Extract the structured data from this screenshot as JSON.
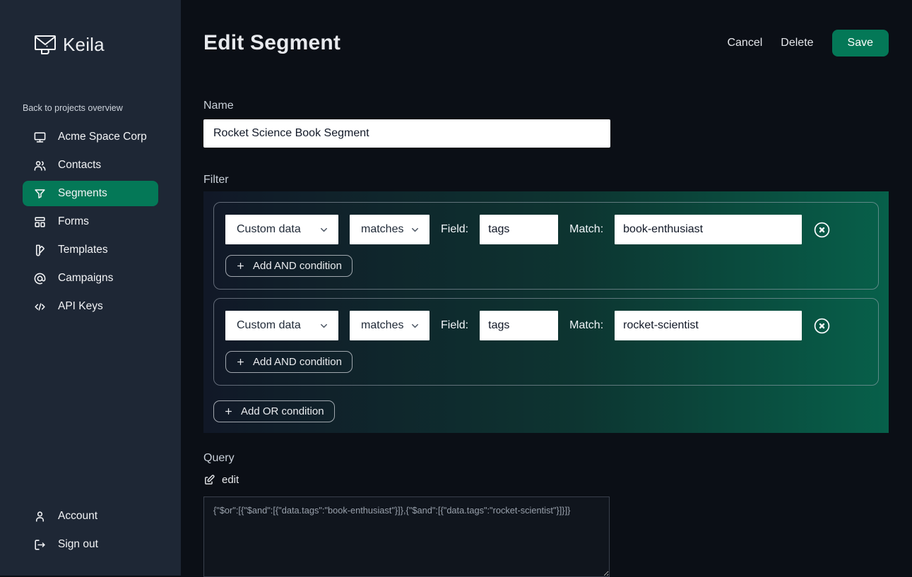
{
  "app": {
    "name": "Keila"
  },
  "sidebar": {
    "back_link": "Back to projects overview",
    "items": [
      {
        "label": "Acme Space Corp",
        "icon": "monitor-icon",
        "active": false
      },
      {
        "label": "Contacts",
        "icon": "users-icon",
        "active": false
      },
      {
        "label": "Segments",
        "icon": "filter-icon",
        "active": true
      },
      {
        "label": "Forms",
        "icon": "forms-layout-icon",
        "active": false
      },
      {
        "label": "Templates",
        "icon": "template-swatch-icon",
        "active": false
      },
      {
        "label": "Campaigns",
        "icon": "at-sign-icon",
        "active": false
      },
      {
        "label": "API Keys",
        "icon": "code-icon",
        "active": false
      }
    ],
    "bottom_items": [
      {
        "label": "Account",
        "icon": "user-icon"
      },
      {
        "label": "Sign out",
        "icon": "sign-out-icon"
      }
    ]
  },
  "header": {
    "title": "Edit Segment",
    "cancel_label": "Cancel",
    "delete_label": "Delete",
    "save_label": "Save"
  },
  "form": {
    "name_label": "Name",
    "name_value": "Rocket Science Book Segment",
    "filter_label": "Filter",
    "query_label": "Query",
    "edit_label": "edit",
    "query_value": "{\"$or\":[{\"$and\":[{\"data.tags\":\"book-enthusiast\"}]},{\"$and\":[{\"data.tags\":\"rocket-scientist\"}]}]}"
  },
  "filter": {
    "groups": [
      {
        "type_value": "Custom data",
        "op_value": "matches",
        "field_label": "Field:",
        "field_value": "tags",
        "match_label": "Match:",
        "match_value": "book-enthusiast",
        "add_and_label": "Add AND condition"
      },
      {
        "type_value": "Custom data",
        "op_value": "matches",
        "field_label": "Field:",
        "field_value": "tags",
        "match_label": "Match:",
        "match_value": "rocket-scientist",
        "add_and_label": "Add AND condition"
      }
    ],
    "add_or_label": "Add OR condition"
  },
  "colors": {
    "accent_green": "#047857",
    "gradient_from": "#111827",
    "gradient_to": "#07604a",
    "sidebar_bg": "#1e2735",
    "main_bg": "#0b0f16"
  }
}
